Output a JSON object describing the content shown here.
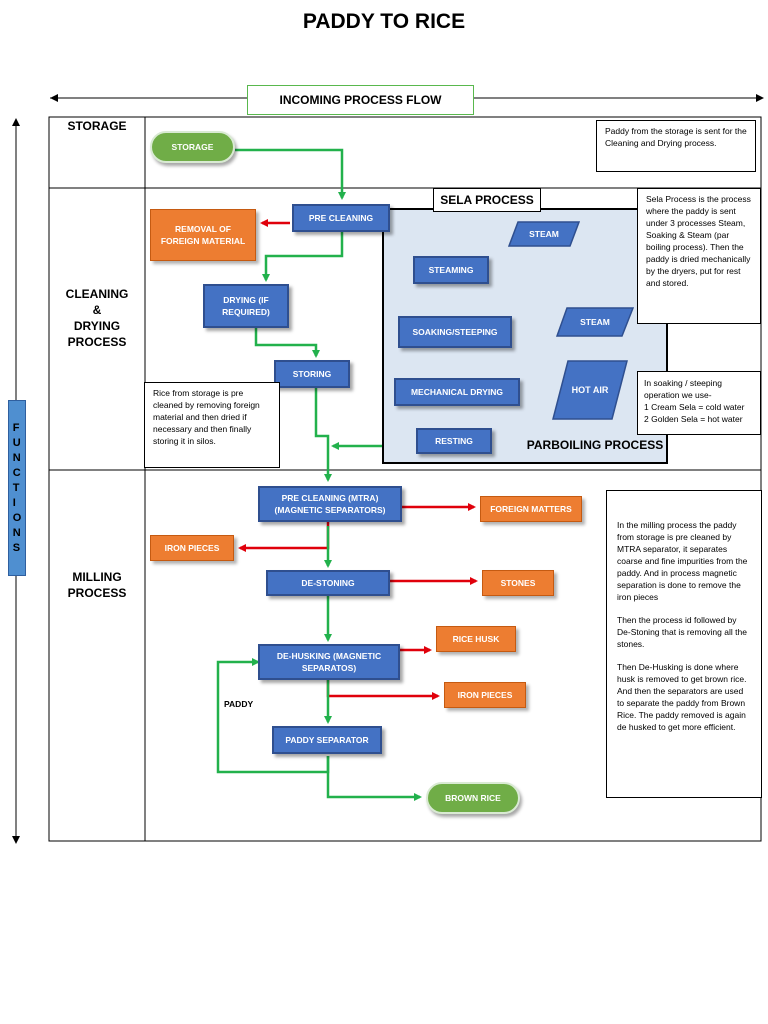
{
  "title": "PADDY TO RICE",
  "flow_label": "INCOMING PROCESS FLOW",
  "functions_label": "FUNCTIONS",
  "stages": {
    "storage": "STORAGE",
    "cleaning_line1": "CLEANING",
    "cleaning_line2": "&",
    "cleaning_line3": "DRYING",
    "cleaning_line4": "PROCESS",
    "milling_line1": "MILLING",
    "milling_line2": "PROCESS"
  },
  "nodes": {
    "storage": "STORAGE",
    "pre_cleaning": "PRE CLEANING",
    "removal": "REMOVAL OF FOREIGN MATERIAL",
    "drying": "DRYING (IF REQUIRED)",
    "storing": "STORING",
    "steaming": "STEAMING",
    "soaking": "SOAKING/STEEPING",
    "mechanical_drying": "MECHANICAL DRYING",
    "resting": "RESTING",
    "steam1": "STEAM",
    "steam2": "STEAM",
    "hot_air": "HOT AIR",
    "pre_cleaning_mtra": "PRE CLEANING (MTRA) (MAGNETIC SEPARATORS)",
    "foreign_matters": "FOREIGN MATTERS",
    "iron_pieces_1": "IRON PIECES",
    "de_stoning": "DE-STONING",
    "stones": "STONES",
    "de_husking": "DE-HUSKING (MAGNETIC SEPARATOS)",
    "rice_husk": "RICE HUSK",
    "iron_pieces_2": "IRON PIECES",
    "paddy_separator": "PADDY SEPARATOR",
    "brown_rice": "BROWN RICE",
    "paddy_label": "PADDY"
  },
  "sela": {
    "label": "SELA PROCESS",
    "parboiling": "PARBOILING PROCESS"
  },
  "notes": {
    "storage_note": "Paddy from the storage is sent for the Cleaning and Drying process.",
    "sela_note": "Sela Process is the process where the paddy is sent under 3 processes Steam, Soaking & Steam (par boiling process). Then the paddy is dried mechanically by the dryers, put for rest and stored.",
    "soaking_note_1": "In soaking / steeping operation we use-",
    "soaking_note_2": "1 Cream Sela = cold water",
    "soaking_note_3": "2 Golden Sela = hot water",
    "cleaning_note": "Rice from storage is pre cleaned by removing foreign material and then dried if necessary and then finally storing it in silos.",
    "milling_note_1": "In the milling process the paddy from storage is pre cleaned by MTRA separator, it separates coarse and fine impurities from the paddy. And in process magnetic separation is done to remove the iron pieces",
    "milling_note_2": "Then the process id followed by De-Stoning that is removing all the stones.",
    "milling_note_3": "Then De-Husking is done where husk is removed to get brown rice. And then the separators are used to separate the paddy from Brown Rice. The paddy removed is again de husked to get more efficient."
  },
  "colors": {
    "process_blue": "#4472c4",
    "waste_orange": "#ed7d31",
    "terminal_green": "#70ad47",
    "flow_arrow_green": "#22b14c",
    "waste_arrow_red": "#e0000b",
    "sela_background": "#dce6f2"
  }
}
